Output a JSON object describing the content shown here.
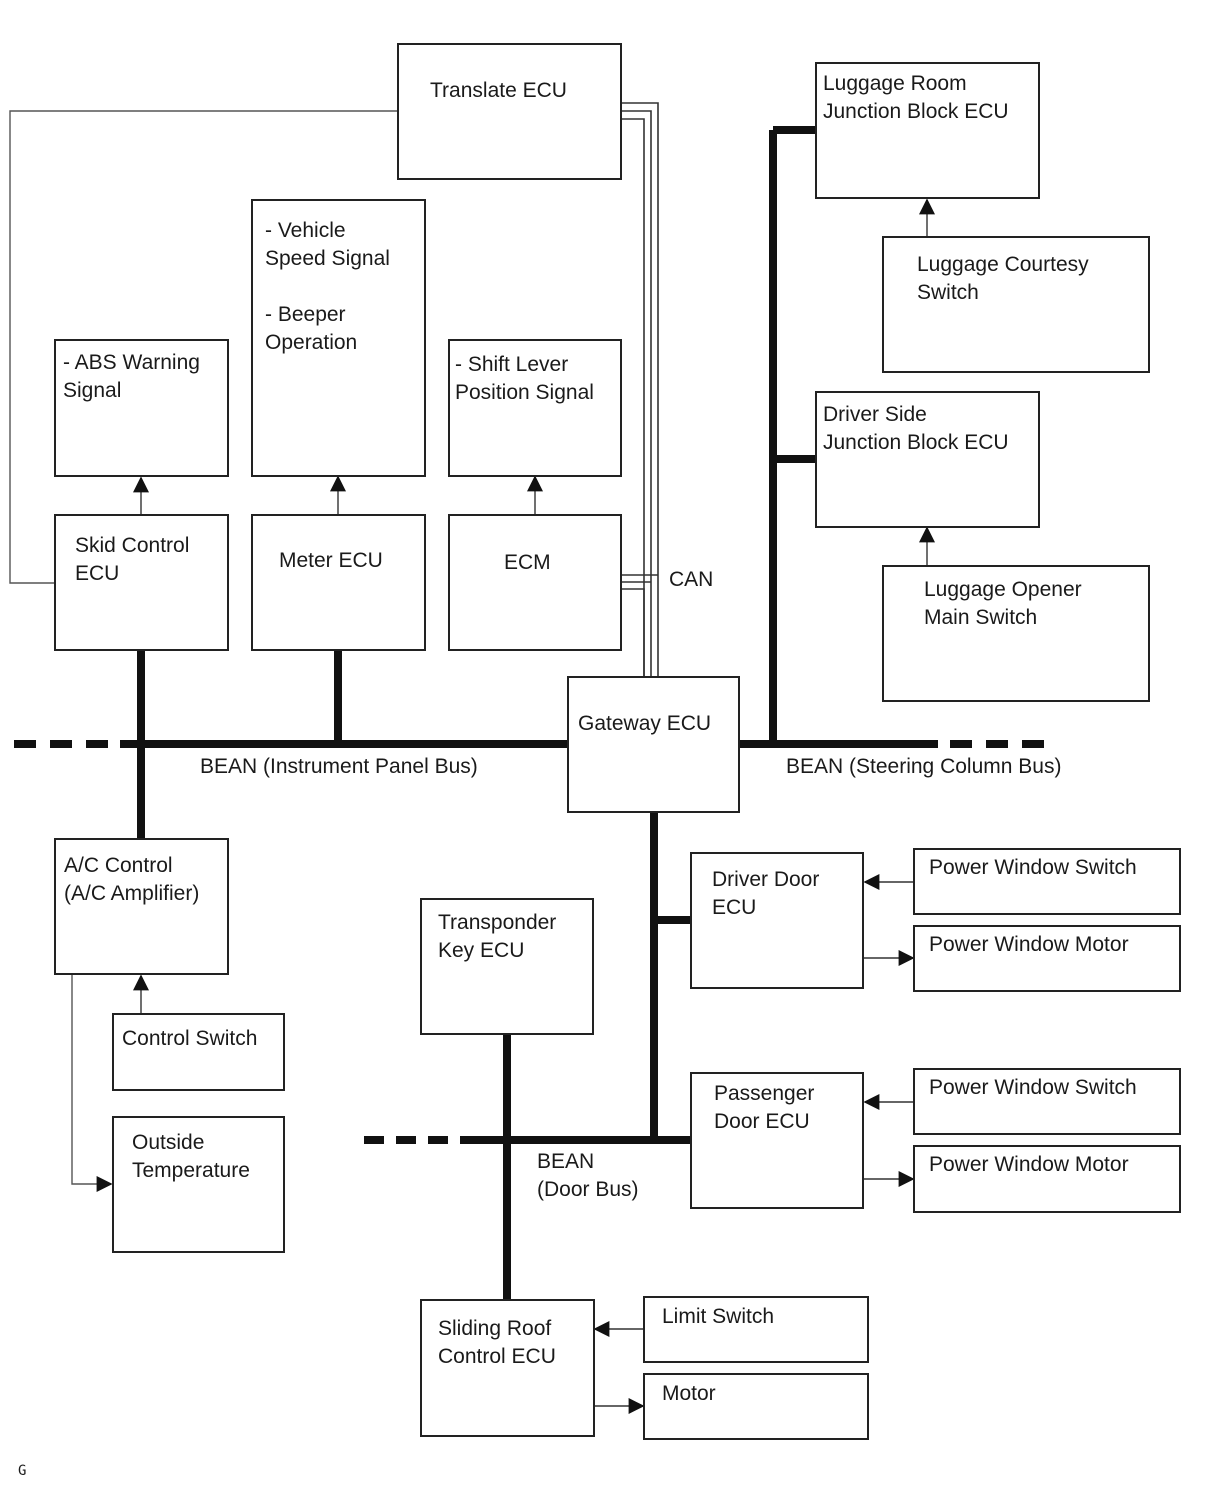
{
  "blocks": {
    "translate_ecu": "Translate ECU",
    "luggage_room_jb_ecu": "Luggage Room\nJunction Block ECU",
    "luggage_courtesy_switch": "Luggage Courtesy\nSwitch",
    "vehicle_speed_beeper": "- Vehicle\nSpeed Signal\n\n- Beeper\nOperation",
    "abs_warning_signal": "- ABS Warning\nSignal",
    "shift_lever_position": "- Shift Lever\nPosition Signal",
    "driver_side_jb_ecu": "Driver Side\nJunction Block ECU",
    "skid_control_ecu": "Skid Control\nECU",
    "meter_ecu": "Meter ECU",
    "ecm": "ECM",
    "luggage_opener_main_switch": "Luggage Opener\nMain Switch",
    "gateway_ecu": "Gateway ECU",
    "ac_control": "A/C Control\n(A/C Amplifier)",
    "driver_door_ecu": "Driver Door\nECU",
    "power_window_switch_driver": "Power Window Switch",
    "power_window_motor_driver": "Power Window Motor",
    "transponder_key_ecu": "Transponder\nKey ECU",
    "control_switch": "Control Switch",
    "outside_temperature": "Outside\nTemperature",
    "passenger_door_ecu": "Passenger\nDoor ECU",
    "power_window_switch_passenger": "Power Window Switch",
    "power_window_motor_passenger": "Power Window Motor",
    "sliding_roof_control_ecu": "Sliding Roof\nControl ECU",
    "limit_switch": "Limit Switch",
    "motor": "Motor"
  },
  "buses": {
    "can": "CAN",
    "instrument_panel_bus": "BEAN (Instrument Panel Bus)",
    "steering_column_bus": "BEAN (Steering Column Bus)",
    "door_bus": "BEAN\n(Door Bus)"
  },
  "corner_mark": "G",
  "colors": {
    "line": "#111111",
    "box_border": "#222222",
    "background": "#ffffff"
  }
}
